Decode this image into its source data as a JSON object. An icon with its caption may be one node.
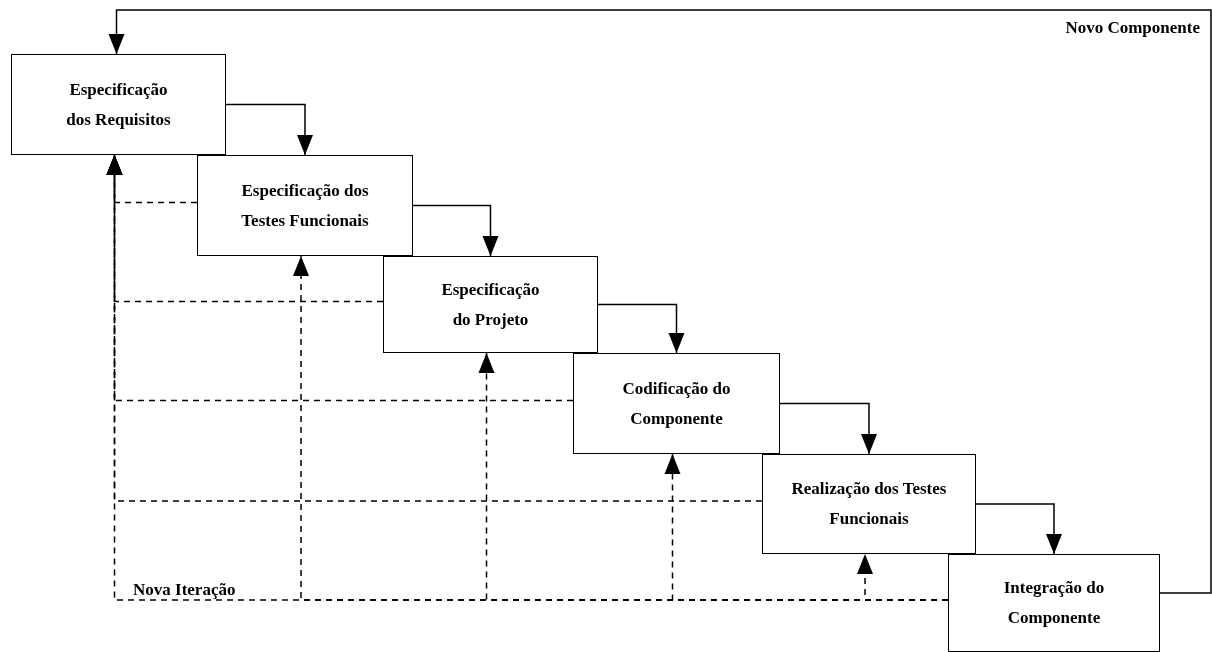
{
  "diagram": {
    "nodes": [
      {
        "text": [
          "Especificação dos Requisitos"
        ]
      },
      {
        "text": [
          "Especificação dos Testes Funcionais"
        ]
      },
      {
        "text": [
          "Especificação do Projeto"
        ]
      },
      {
        "text": [
          "Codificação do Componente"
        ]
      },
      {
        "text": [
          "Realização dos Testes Funcionais"
        ]
      },
      {
        "text": [
          "Integração do Componente"
        ]
      }
    ],
    "edges": [
      {
        "from": 0,
        "to": 1,
        "arrow": "to"
      },
      {
        "from": 1,
        "to": 2,
        "arrow": "to"
      },
      {
        "from": 2,
        "to": 3,
        "arrow": "to"
      },
      {
        "from": 3,
        "to": 4,
        "arrow": "to"
      },
      {
        "from": 4,
        "to": 5,
        "arrow": "to"
      },
      {
        "from": 5,
        "to": 0,
        "arrow": "to",
        "label": "Novo Componente"
      },
      {
        "from": 1,
        "to": 0,
        "arrow": "to",
        "style": "dashed"
      },
      {
        "from": 2,
        "to": 0,
        "arrow": "to",
        "style": "dashed"
      },
      {
        "from": 3,
        "to": 0,
        "arrow": "to",
        "style": "dashed"
      },
      {
        "from": 4,
        "to": 0,
        "arrow": "to",
        "style": "dashed"
      },
      {
        "from": 5,
        "to": 0,
        "arrow": "to",
        "style": "dashed"
      },
      {
        "from": 5,
        "to": 1,
        "arrow": "to",
        "style": "dashed"
      },
      {
        "from": 5,
        "to": 2,
        "arrow": "to",
        "style": "dashed"
      },
      {
        "from": 5,
        "to": 3,
        "arrow": "to",
        "style": "dashed"
      },
      {
        "from": 5,
        "to": 4,
        "arrow": "to",
        "style": "dashed"
      }
    ],
    "labels": [
      "Nova Iteração"
    ]
  }
}
